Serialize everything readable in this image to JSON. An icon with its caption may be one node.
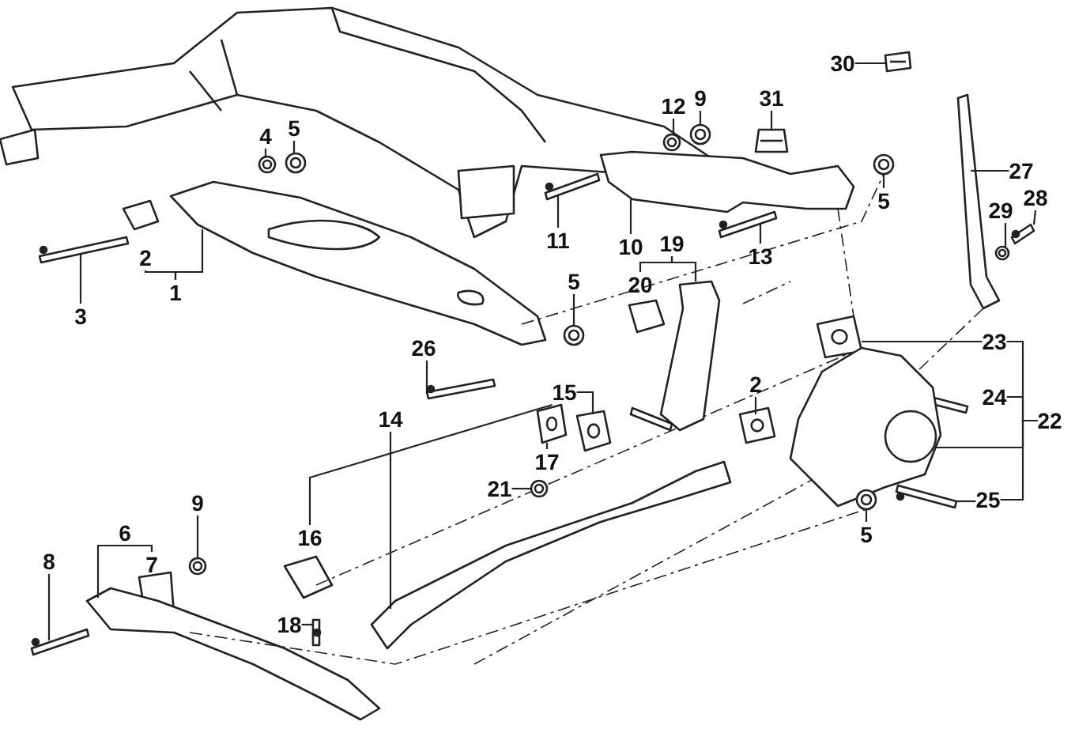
{
  "diagram": {
    "nodes": [
      {
        "text": [
          "30"
        ]
      },
      {
        "text": [
          "12"
        ]
      },
      {
        "text": [
          "9"
        ]
      },
      {
        "text": [
          "31"
        ]
      },
      {
        "text": [
          "4"
        ]
      },
      {
        "text": [
          "5"
        ]
      },
      {
        "text": [
          "27"
        ]
      },
      {
        "text": [
          "5"
        ]
      },
      {
        "text": [
          "29"
        ]
      },
      {
        "text": [
          "28"
        ]
      },
      {
        "text": [
          "11"
        ]
      },
      {
        "text": [
          "10"
        ]
      },
      {
        "text": [
          "19"
        ]
      },
      {
        "text": [
          "13"
        ]
      },
      {
        "text": [
          "2"
        ]
      },
      {
        "text": [
          "20"
        ]
      },
      {
        "text": [
          "5"
        ]
      },
      {
        "text": [
          "1"
        ]
      },
      {
        "text": [
          "3"
        ]
      },
      {
        "text": [
          "23"
        ]
      },
      {
        "text": [
          "26"
        ]
      },
      {
        "text": [
          "15"
        ]
      },
      {
        "text": [
          "2"
        ]
      },
      {
        "text": [
          "24"
        ]
      },
      {
        "text": [
          "22"
        ]
      },
      {
        "text": [
          "14"
        ]
      },
      {
        "text": [
          "17"
        ]
      },
      {
        "text": [
          "21"
        ]
      },
      {
        "text": [
          "25"
        ]
      },
      {
        "text": [
          "9"
        ]
      },
      {
        "text": [
          "6"
        ]
      },
      {
        "text": [
          "16"
        ]
      },
      {
        "text": [
          "5"
        ]
      },
      {
        "text": [
          "7"
        ]
      },
      {
        "text": [
          "8"
        ]
      },
      {
        "text": [
          "18"
        ]
      },
      {
        "text": [],
        "shape": "box"
      },
      {
        "text": [],
        "shape": "circle"
      },
      {
        "text": [],
        "shape": "circle"
      },
      {
        "text": [],
        "shape": "box"
      },
      {
        "text": [],
        "shape": "circle"
      },
      {
        "text": [],
        "shape": "circle"
      },
      {
        "text": [],
        "shape": "picture"
      },
      {
        "text": [],
        "shape": "circle"
      },
      {
        "text": [],
        "shape": "circle"
      },
      {
        "text": [],
        "shape": "bar"
      },
      {
        "text": [],
        "shape": "bar"
      },
      {
        "text": [],
        "shape": "picture"
      },
      {
        "text": [],
        "shape": "picture"
      },
      {
        "text": [],
        "shape": "bar"
      },
      {
        "text": [],
        "shape": "circle"
      },
      {
        "text": [],
        "shape": "picture"
      },
      {
        "text": [],
        "shape": "bar"
      },
      {
        "text": [],
        "shape": "cylinder"
      },
      {
        "text": [],
        "shape": "bar"
      },
      {
        "text": [],
        "shape": "cylinder"
      },
      {
        "text": [],
        "shape": "cylinder"
      },
      {
        "text": [],
        "shape": "picture"
      },
      {
        "text": [],
        "shape": "picture"
      },
      {
        "text": [],
        "shape": "cylinder"
      },
      {
        "text": [],
        "shape": "circle"
      },
      {
        "text": [],
        "shape": "bar"
      },
      {
        "text": [],
        "shape": "circle"
      },
      {
        "text": [],
        "shape": "picture"
      },
      {
        "text": [],
        "shape": "circle"
      },
      {
        "text": [],
        "shape": "bar"
      },
      {
        "text": [],
        "shape": "bar"
      }
    ],
    "edges": [
      {
        "from": 0,
        "to": 36,
        "arrow": "none"
      },
      {
        "from": 1,
        "to": 37,
        "arrow": "none"
      },
      {
        "from": 2,
        "to": 38,
        "arrow": "none"
      },
      {
        "from": 3,
        "to": 39,
        "arrow": "none"
      },
      {
        "from": 4,
        "to": 40,
        "arrow": "none"
      },
      {
        "from": 5,
        "to": 41,
        "arrow": "none"
      },
      {
        "from": 6,
        "to": 42,
        "arrow": "none"
      },
      {
        "from": 7,
        "to": 43,
        "arrow": "none"
      },
      {
        "from": 8,
        "to": 44,
        "arrow": "none"
      },
      {
        "from": 9,
        "to": 45,
        "arrow": "none"
      },
      {
        "from": 10,
        "to": 46,
        "arrow": "none"
      },
      {
        "from": 11,
        "to": 47,
        "arrow": "none"
      },
      {
        "from": 12,
        "to": 48,
        "arrow": "none"
      },
      {
        "from": 12,
        "to": 15,
        "arrow": "none"
      },
      {
        "from": 13,
        "to": 49,
        "arrow": "none"
      },
      {
        "from": 16,
        "to": 50,
        "arrow": "none"
      },
      {
        "from": 17,
        "to": 51,
        "arrow": "none"
      },
      {
        "from": 17,
        "to": 14,
        "arrow": "none"
      },
      {
        "from": 18,
        "to": 52,
        "arrow": "none"
      },
      {
        "from": 19,
        "to": 53,
        "arrow": "none"
      },
      {
        "from": 20,
        "to": 54,
        "arrow": "none"
      },
      {
        "from": 21,
        "to": 55,
        "arrow": "none"
      },
      {
        "from": 22,
        "to": 56,
        "arrow": "none"
      },
      {
        "from": 24,
        "to": 57,
        "arrow": "none"
      },
      {
        "from": 25,
        "to": 58,
        "arrow": "none"
      },
      {
        "from": 26,
        "to": 59,
        "arrow": "none"
      },
      {
        "from": 27,
        "to": 60,
        "arrow": "none"
      },
      {
        "from": 28,
        "to": 61,
        "arrow": "none"
      },
      {
        "from": 29,
        "to": 62,
        "arrow": "none"
      },
      {
        "from": 30,
        "to": 63,
        "arrow": "none"
      },
      {
        "from": 30,
        "to": 33,
        "arrow": "none"
      },
      {
        "from": 31,
        "to": 21,
        "arrow": "none"
      },
      {
        "from": 32,
        "to": 64,
        "arrow": "none"
      },
      {
        "from": 34,
        "to": 65,
        "arrow": "none"
      },
      {
        "from": 35,
        "to": 66,
        "arrow": "none"
      },
      {
        "from": 24,
        "to": 19,
        "arrow": "none"
      },
      {
        "from": 24,
        "to": 23,
        "arrow": "none"
      },
      {
        "from": 24,
        "to": 28,
        "arrow": "none"
      },
      {
        "from": 63,
        "to": 64,
        "arrow": "none",
        "style": "dashed"
      },
      {
        "from": 51,
        "to": 43,
        "arrow": "none",
        "style": "dashed"
      },
      {
        "from": 47,
        "to": 53,
        "arrow": "none",
        "style": "dashed"
      },
      {
        "from": 42,
        "to": 57,
        "arrow": "none",
        "style": "dashed"
      }
    ]
  }
}
